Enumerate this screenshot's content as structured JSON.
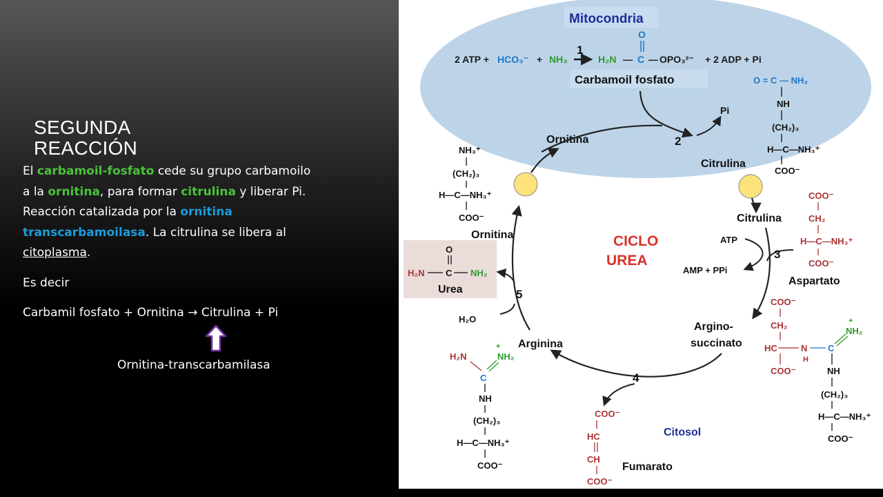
{
  "slide": {
    "title_line1": "SEGUNDA",
    "title_line2": "REACCIÓN",
    "para1": {
      "t1": "El ",
      "carbamoil": "carbamoil-fosfato",
      "t2": " cede su grupo carbamoilo a la ",
      "ornitina": "ornitina",
      "t3": ", para formar ",
      "citrulina": "citrulina",
      "t4": " y liberar Pi. Reacción catalizada por la ",
      "enzyme": "ornitina transcarbamoilasa",
      "t5": ". La citrulina se libera al ",
      "citoplasma": "citoplasma",
      "t6": "."
    },
    "es_decir": "Es decir",
    "equation": {
      "left": "Carbamil fosfato + Ornitina ",
      "arrow": "→",
      "right": " Citrulina + Pi"
    },
    "enzyme_label": "Ornitina-transcarbamilasa"
  },
  "diagram": {
    "mitocondria": "Mitocondria",
    "carbamoil_fosfato": "Carbamoil  fosfato",
    "ornitina": "Ornitina",
    "citrulina": "Citrulina",
    "pi": "Pi",
    "atp": "ATP",
    "amp_ppi": "AMP + PPi",
    "aspartato": "Aspartato",
    "argino_1": "Argino-",
    "argino_2": "succinato",
    "arginina": "Arginina",
    "fumarato": "Fumarato",
    "citosol": "Citosol",
    "ciclo": "CICLO",
    "urea_cycle": "UREA",
    "urea": "Urea",
    "h2o": "H₂O",
    "eq_2atp": "2 ATP + ",
    "eq_hco3": "HCO₃⁻",
    "eq_plus": " + ",
    "eq_nh3": "NH₃",
    "eq_h2n": "H₂N",
    "eq_c": "C",
    "eq_opo3": "OPO₃²⁻",
    "eq_products": " + 2 ADP + Pi",
    "eq_o": "O",
    "step1": "1",
    "step2": "2",
    "step3": "3",
    "step4": "4",
    "step5": "5",
    "coo": "COO⁻",
    "nh3p": "NH₃⁺",
    "ch2": "CH₂",
    "ch2_3": "(CH₂)₃",
    "hc": "HC",
    "hc_dash": "H—C—NH₃⁺",
    "nh": "NH",
    "ch": "CH",
    "h2n": "H₂N",
    "nh2": "NH₂",
    "nh2p": "NH₂",
    "plus": "+",
    "n": "N",
    "h": "H",
    "c": "C",
    "o": "O",
    "o_eq": "O = C — NH₂"
  }
}
